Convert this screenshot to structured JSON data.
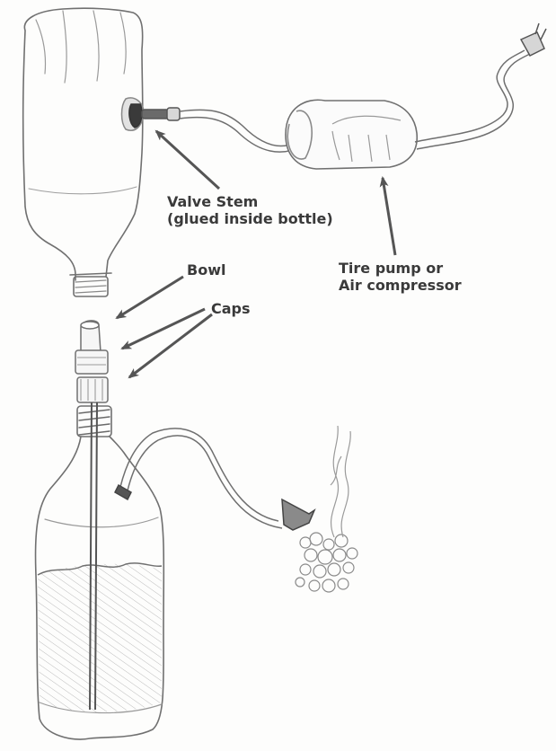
{
  "labels": {
    "valve_stem": {
      "line1": "Valve Stem",
      "line2": "(glued inside bottle)"
    },
    "pump": {
      "line1": "Tire pump or",
      "line2": "Air compressor"
    },
    "bowl": "Bowl",
    "caps": "Caps"
  },
  "colors": {
    "ink": "#6e6e6e",
    "label_text": "#3a3a3a",
    "arrow": "#5a5a5a",
    "paper": "#fdfdfc"
  }
}
